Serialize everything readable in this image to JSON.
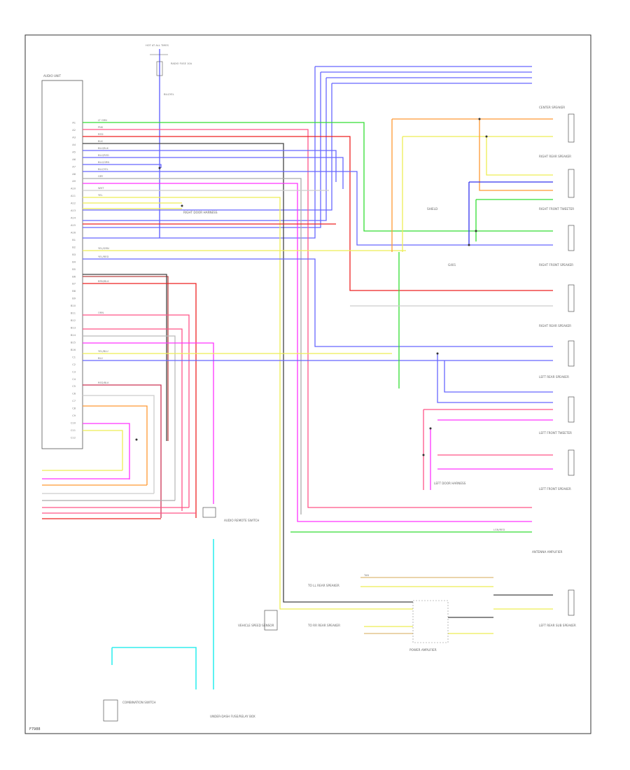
{
  "palette": {
    "lt_grn": "#33dd33",
    "pnk": "#ff5588",
    "red": "#ee2222",
    "blk": "#444444",
    "blu": "#3333ee",
    "violet": "#6666ff",
    "ylw": "#eeee55",
    "org": "#ff9933",
    "magenta": "#ff33ff",
    "cyan": "#33eeee",
    "gry": "#aaaaaa",
    "brn": "#bb4444",
    "tan": "#ddbb77",
    "frame": "#333333"
  },
  "corner_label": "F7988",
  "top_note": "HOT AT ALL TIMES",
  "fuse_note": "RADIO FUSE 10A",
  "headunit": {
    "label": "AUDIO UNIT",
    "pins": [
      "A1",
      "A2",
      "A3",
      "A4",
      "A5",
      "A6",
      "A7",
      "A8",
      "A9",
      "A10",
      "A11",
      "A12",
      "A13",
      "A14",
      "A15",
      "A16",
      "B1",
      "B2",
      "B3",
      "B4",
      "B5",
      "B6",
      "B7",
      "B8",
      "B9",
      "B10",
      "B11",
      "B12",
      "B13",
      "B14",
      "B15",
      "B16",
      "C1",
      "C2",
      "C3",
      "C4",
      "C5",
      "C6",
      "C7",
      "C8",
      "C9",
      "C10",
      "C11",
      "C12"
    ]
  },
  "wires": {
    "ltgrn": "LT GRN",
    "pnk": "PNK",
    "red": "RED",
    "blk": "BLK",
    "blublk": "BLU/BLK",
    "blured": "BLU/RED",
    "blugrn": "BLU/GRN",
    "bluyel": "BLU/YEL",
    "ylw": "YEL",
    "gry": "GRY",
    "wht": "WHT",
    "yelgrn": "YEL/GRN",
    "yelred": "YEL/RED",
    "orn": "ORN",
    "yelblu": "YEL/BLU",
    "blu": "BLU",
    "brnblk": "BRN/BLK",
    "redblk": "RED/BLK",
    "tan": "TAN",
    "lgnred": "LGN/RED"
  },
  "components": {
    "center_speaker": "CENTER SPEAKER",
    "right_rear_speaker": "RIGHT REAR SPEAKER",
    "right_front_tweeter": "RIGHT FRONT TWEETER",
    "right_front_speaker": "RIGHT FRONT SPEAKER",
    "right_rear_speaker2": "RIGHT REAR SPEAKER",
    "left_rear_speaker": "LEFT REAR SPEAKER",
    "left_front_tweeter": "LEFT FRONT TWEETER",
    "left_front_speaker": "LEFT FRONT SPEAKER",
    "antenna_amp": "ANTENNA AMPLIFIER",
    "left_rear_sub": "LEFT REAR SUB SPEAKER",
    "power_amp": "POWER AMPLIFIER",
    "audio_switch": "AUDIO REMOTE SWITCH",
    "combination_switch": "COMBINATION SWITCH",
    "under_dash_fuse": "UNDER-DASH FUSE/RELAY BOX",
    "shield": "SHIELD",
    "gnd": "G401",
    "to_ll_rear": "TO LL REAR SPEAKER",
    "to_rr_rear": "TO RR REAR SPEAKER",
    "right_door": "RIGHT DOOR HARNESS",
    "left_door": "LEFT DOOR HARNESS",
    "vss": "VEHICLE SPEED SENSOR"
  }
}
